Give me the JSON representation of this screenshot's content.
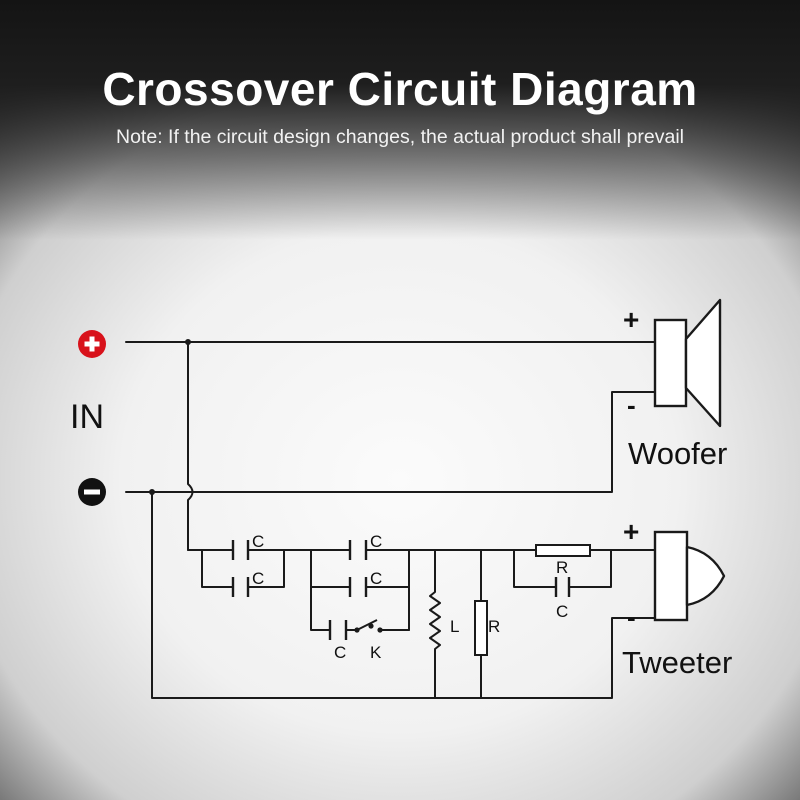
{
  "title": "Crossover Circuit Diagram",
  "note": "Note: If the circuit design changes, the actual product shall prevail",
  "input": {
    "label": "IN",
    "positive": "+",
    "negative": "−",
    "positive_color": "#d8121b",
    "negative_color": "#111111"
  },
  "woofer": {
    "label": "Woofer",
    "plus": "+",
    "minus": "-"
  },
  "tweeter": {
    "label": "Tweeter",
    "plus": "+",
    "minus": "-"
  },
  "components": {
    "c1": "C",
    "c2": "C",
    "c3": "C",
    "c4": "C",
    "c5": "C",
    "switch": "K",
    "inductor": "L",
    "resistor": "R",
    "series_resistor": "R",
    "series_capacitor": "C"
  }
}
